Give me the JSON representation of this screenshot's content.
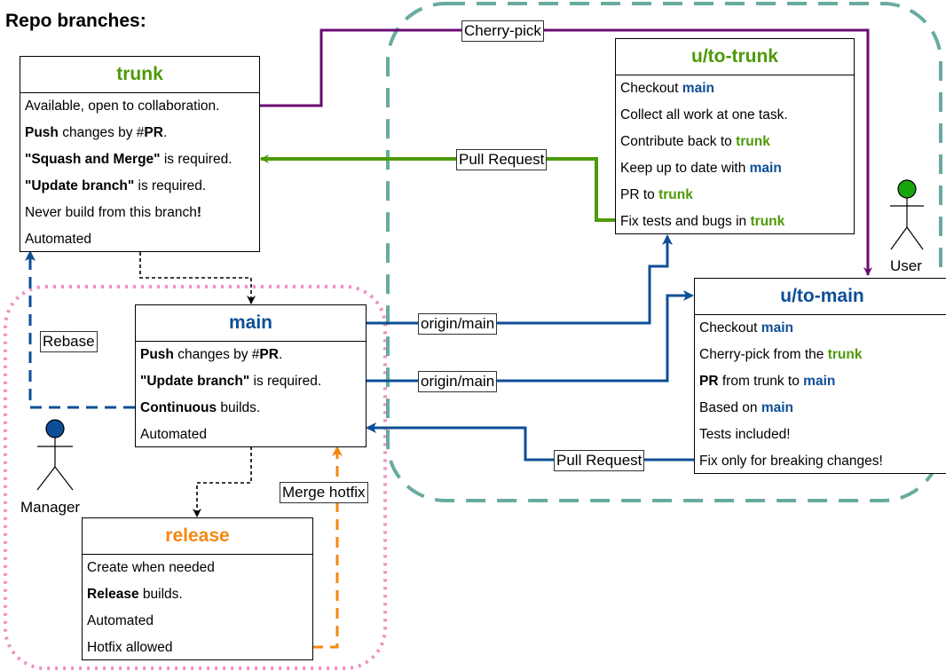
{
  "title": "Repo branches:",
  "colors": {
    "trunk": "#4d9a06",
    "main": "#0d4e96",
    "release": "#f68712",
    "purple": "#6a0c74",
    "teal_dash": "#67ab9f",
    "pink_dot": "#f08fc5"
  },
  "trunk": {
    "name": "trunk",
    "rows": [
      {
        "a": "",
        "b": "",
        "c": "Available, open to collaboration."
      },
      {
        "a": "Push",
        "b": " changes by #",
        "c": "PR",
        "d": "."
      },
      {
        "a": "\"Squash and Merge\"",
        "b": " is required."
      },
      {
        "a": "\"Update branch\"",
        "b": " is required."
      },
      {
        "a": "",
        "b": "Never build from this branch",
        "c": "!"
      },
      {
        "a": "",
        "b": "Automated"
      }
    ]
  },
  "main": {
    "name": "main",
    "rows": [
      {
        "a": "Push",
        "b": " changes by #",
        "c": "PR",
        "d": "."
      },
      {
        "a": "\"Update branch\"",
        "b": " is required."
      },
      {
        "a": "Continuous",
        "b": " builds."
      },
      {
        "a": "",
        "b": "Automated"
      }
    ]
  },
  "release": {
    "name": "release",
    "rows": [
      {
        "a": "",
        "b": "Create when needed"
      },
      {
        "a": "Release",
        "b": " builds."
      },
      {
        "a": "",
        "b": "Automated"
      },
      {
        "a": "",
        "b": "Hotfix allowed"
      }
    ]
  },
  "to_trunk": {
    "name": "u/to-trunk",
    "rows": [
      {
        "pre": "Checkout ",
        "hl": "main",
        "cls": "mn"
      },
      {
        "pre": "Collect all work at one task.",
        "hl": "",
        "cls": ""
      },
      {
        "pre": "Contribute back to ",
        "hl": "trunk",
        "cls": "tk"
      },
      {
        "pre": "Keep up to date with ",
        "hl": "main",
        "cls": "mn"
      },
      {
        "pre": "PR to ",
        "hl": "trunk",
        "cls": "tk"
      },
      {
        "pre": "Fix tests and bugs in ",
        "hl": "trunk",
        "cls": "tk"
      }
    ]
  },
  "to_main": {
    "name": "u/to-main",
    "rows": [
      {
        "pre": "Checkout ",
        "hl": "main",
        "cls": "mn",
        "bold_pre": false
      },
      {
        "pre": "Cherry-pick from the ",
        "hl": "trunk",
        "cls": "tk",
        "bold_pre": false
      },
      {
        "pre": "PR",
        "mid": " from trunk to ",
        "hl": "main",
        "cls": "mn",
        "bold_pre": true
      },
      {
        "pre": "Based on ",
        "hl": "main",
        "cls": "mn",
        "bold_pre": false
      },
      {
        "pre": "Tests included!",
        "hl": "",
        "cls": "",
        "bold_pre": false
      },
      {
        "pre": "Fix only for breaking changes!",
        "hl": "",
        "cls": "",
        "bold_pre": false
      }
    ]
  },
  "edges": {
    "cherry_pick": "Cherry-pick",
    "pull_request_trunk": "Pull Request",
    "origin_main_1": "origin/main",
    "origin_main_2": "origin/main",
    "pull_request_main": "Pull Request",
    "rebase": "Rebase",
    "merge_hotfix": "Merge hotfix"
  },
  "actors": {
    "manager": "Manager",
    "user": "User"
  }
}
